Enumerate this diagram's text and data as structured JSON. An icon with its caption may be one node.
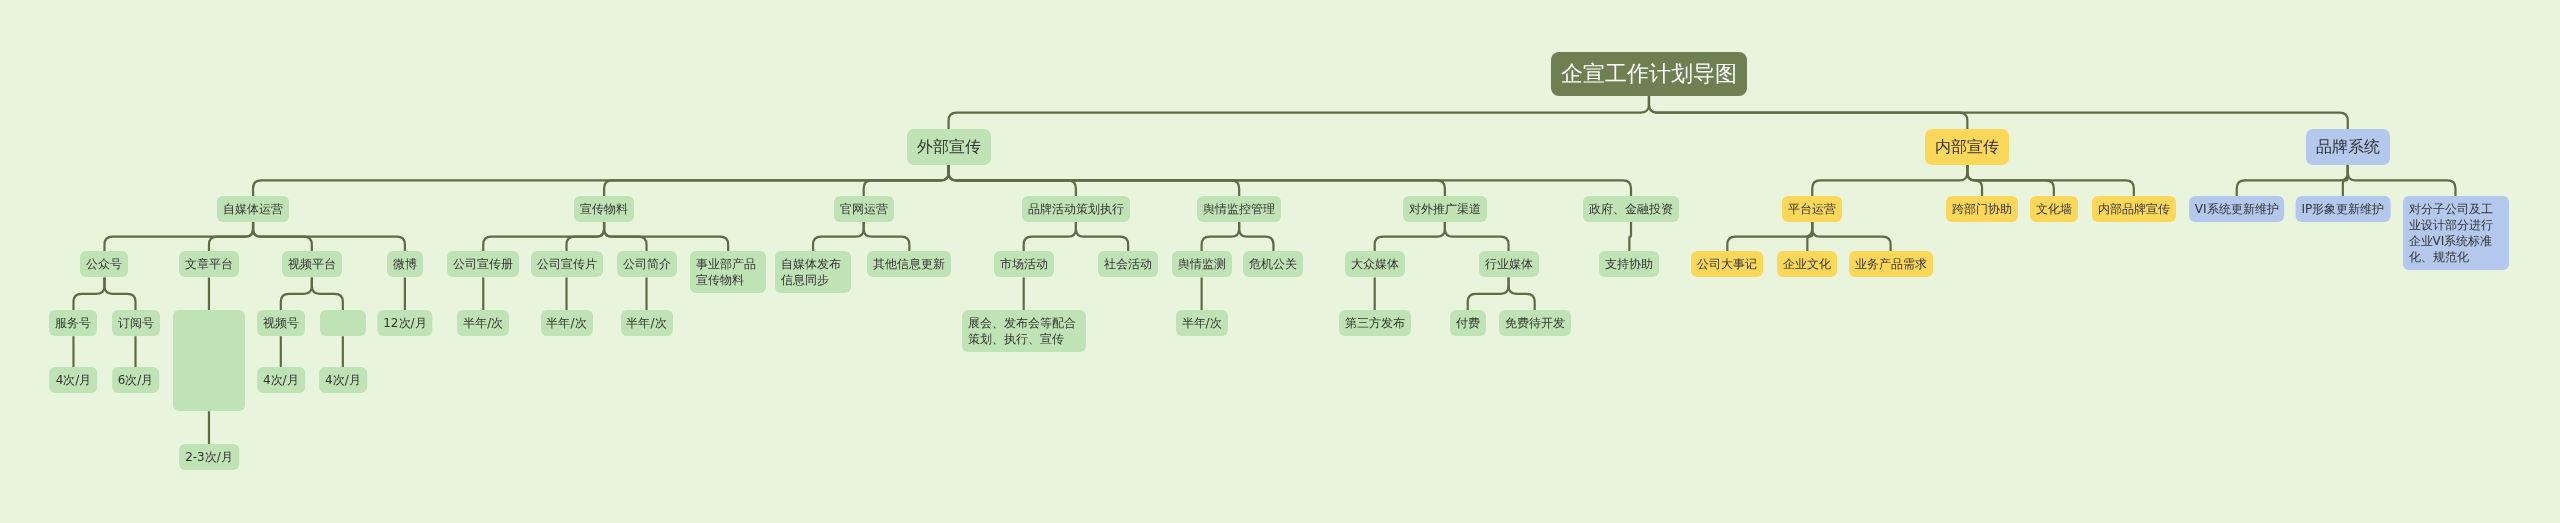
{
  "diagram": {
    "nodes": [
      {
        "text": [
          "企宣工作计划导图"
        ]
      },
      {
        "text": [
          "外部宣传"
        ]
      },
      {
        "text": [
          "内部宣传"
        ]
      },
      {
        "text": [
          "品牌系统"
        ]
      },
      {
        "text": [
          "自媒体运营"
        ]
      },
      {
        "text": [
          "宣传物料"
        ]
      },
      {
        "text": [
          "官网运营"
        ]
      },
      {
        "text": [
          "品牌活动策划执行"
        ]
      },
      {
        "text": [
          "舆情监控管理"
        ]
      },
      {
        "text": [
          "对外推广渠道"
        ]
      },
      {
        "text": [
          "政府、金融投资"
        ]
      },
      {
        "text": [
          "平台运营"
        ]
      },
      {
        "text": [
          "跨部门协助"
        ]
      },
      {
        "text": [
          "文化墙"
        ]
      },
      {
        "text": [
          "内部品牌宣传"
        ]
      },
      {
        "text": [
          "VI系统更新维护"
        ]
      },
      {
        "text": [
          "IP形象更新维护"
        ]
      },
      {
        "text": [
          "对分子公司及工业设计部分进行企业VI系统标准化、规范化"
        ]
      },
      {
        "text": [
          "公众号"
        ]
      },
      {
        "text": [
          "文章平台"
        ]
      },
      {
        "text": [
          "视频平台"
        ]
      },
      {
        "text": [
          "微博"
        ]
      },
      {
        "text": [
          "公司宣传册"
        ]
      },
      {
        "text": [
          "公司宣传片"
        ]
      },
      {
        "text": [
          "公司简介"
        ]
      },
      {
        "text": [
          "事业部产品宣传物料"
        ]
      },
      {
        "text": [
          "自媒体发布信息同步"
        ]
      },
      {
        "text": [
          "其他信息更新"
        ]
      },
      {
        "text": [
          "市场活动"
        ]
      },
      {
        "text": [
          "社会活动"
        ]
      },
      {
        "text": [
          "舆情监测"
        ]
      },
      {
        "text": [
          "危机公关"
        ]
      },
      {
        "text": [
          "大众媒体"
        ]
      },
      {
        "text": [
          "行业媒体"
        ]
      },
      {
        "text": [
          "支持协助"
        ]
      },
      {
        "text": [
          "公司大事记"
        ]
      },
      {
        "text": [
          "企业文化"
        ]
      },
      {
        "text": [
          "业务产品需求"
        ]
      },
      {
        "text": [
          "服务号"
        ]
      },
      {
        "text": [
          "订阅号"
        ]
      },
      {
        "text": [],
        "shape": "box"
      },
      {
        "text": [
          "视频号"
        ]
      },
      {
        "text": [],
        "shape": "box"
      },
      {
        "text": [
          "12次/月"
        ]
      },
      {
        "text": [
          "半年/次"
        ]
      },
      {
        "text": [
          "半年/次"
        ]
      },
      {
        "text": [
          "半年/次"
        ]
      },
      {
        "text": [
          "展会、发布会等配合策划、执行、宣传"
        ]
      },
      {
        "text": [
          "半年/次"
        ]
      },
      {
        "text": [
          "第三方发布"
        ]
      },
      {
        "text": [
          "付费"
        ]
      },
      {
        "text": [
          "免费待开发"
        ]
      },
      {
        "text": [
          "4次/月"
        ]
      },
      {
        "text": [
          "6次/月"
        ]
      },
      {
        "text": [
          "4次/月"
        ]
      },
      {
        "text": [
          "4次/月"
        ]
      },
      {
        "text": [
          "2-3次/月"
        ]
      }
    ],
    "edges": [
      {
        "from": 0,
        "to": 1,
        "arrow": "none"
      },
      {
        "from": 0,
        "to": 2,
        "arrow": "none"
      },
      {
        "from": 0,
        "to": 3,
        "arrow": "none"
      },
      {
        "from": 1,
        "to": 4,
        "arrow": "none"
      },
      {
        "from": 1,
        "to": 5,
        "arrow": "none"
      },
      {
        "from": 1,
        "to": 6,
        "arrow": "none"
      },
      {
        "from": 1,
        "to": 7,
        "arrow": "none"
      },
      {
        "from": 1,
        "to": 8,
        "arrow": "none"
      },
      {
        "from": 1,
        "to": 9,
        "arrow": "none"
      },
      {
        "from": 1,
        "to": 10,
        "arrow": "none"
      },
      {
        "from": 2,
        "to": 11,
        "arrow": "none"
      },
      {
        "from": 2,
        "to": 12,
        "arrow": "none"
      },
      {
        "from": 2,
        "to": 13,
        "arrow": "none"
      },
      {
        "from": 2,
        "to": 14,
        "arrow": "none"
      },
      {
        "from": 3,
        "to": 15,
        "arrow": "none"
      },
      {
        "from": 3,
        "to": 16,
        "arrow": "none"
      },
      {
        "from": 3,
        "to": 17,
        "arrow": "none"
      },
      {
        "from": 4,
        "to": 18,
        "arrow": "none"
      },
      {
        "from": 4,
        "to": 19,
        "arrow": "none"
      },
      {
        "from": 4,
        "to": 20,
        "arrow": "none"
      },
      {
        "from": 4,
        "to": 21,
        "arrow": "none"
      },
      {
        "from": 5,
        "to": 22,
        "arrow": "none"
      },
      {
        "from": 5,
        "to": 23,
        "arrow": "none"
      },
      {
        "from": 5,
        "to": 24,
        "arrow": "none"
      },
      {
        "from": 5,
        "to": 25,
        "arrow": "none"
      },
      {
        "from": 6,
        "to": 26,
        "arrow": "none"
      },
      {
        "from": 6,
        "to": 27,
        "arrow": "none"
      },
      {
        "from": 7,
        "to": 28,
        "arrow": "none"
      },
      {
        "from": 7,
        "to": 29,
        "arrow": "none"
      },
      {
        "from": 8,
        "to": 30,
        "arrow": "none"
      },
      {
        "from": 8,
        "to": 31,
        "arrow": "none"
      },
      {
        "from": 9,
        "to": 32,
        "arrow": "none"
      },
      {
        "from": 9,
        "to": 33,
        "arrow": "none"
      },
      {
        "from": 10,
        "to": 34,
        "arrow": "none"
      },
      {
        "from": 11,
        "to": 35,
        "arrow": "none"
      },
      {
        "from": 11,
        "to": 36,
        "arrow": "none"
      },
      {
        "from": 11,
        "to": 37,
        "arrow": "none"
      },
      {
        "from": 18,
        "to": 38,
        "arrow": "none"
      },
      {
        "from": 18,
        "to": 39,
        "arrow": "none"
      },
      {
        "from": 19,
        "to": 40,
        "arrow": "none"
      },
      {
        "from": 20,
        "to": 41,
        "arrow": "none"
      },
      {
        "from": 20,
        "to": 42,
        "arrow": "none"
      },
      {
        "from": 21,
        "to": 43,
        "arrow": "none"
      },
      {
        "from": 22,
        "to": 44,
        "arrow": "none"
      },
      {
        "from": 23,
        "to": 45,
        "arrow": "none"
      },
      {
        "from": 24,
        "to": 46,
        "arrow": "none"
      },
      {
        "from": 28,
        "to": 47,
        "arrow": "none"
      },
      {
        "from": 30,
        "to": 48,
        "arrow": "none"
      },
      {
        "from": 32,
        "to": 49,
        "arrow": "none"
      },
      {
        "from": 33,
        "to": 50,
        "arrow": "none"
      },
      {
        "from": 33,
        "to": 51,
        "arrow": "none"
      },
      {
        "from": 38,
        "to": 52,
        "arrow": "none"
      },
      {
        "from": 39,
        "to": 53,
        "arrow": "none"
      },
      {
        "from": 41,
        "to": 54,
        "arrow": "none"
      },
      {
        "from": 42,
        "to": 55,
        "arrow": "none"
      },
      {
        "from": 40,
        "to": 56,
        "arrow": "none"
      }
    ]
  }
}
